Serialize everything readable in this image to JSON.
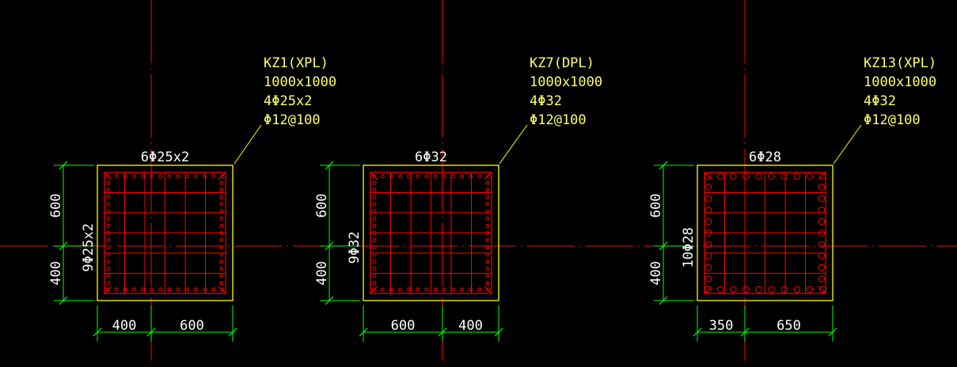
{
  "colors": {
    "background": "#000000",
    "axis": "#ff0000",
    "outline": "#ffff00",
    "rebar": "#ff0000",
    "dimension": "#00ff00",
    "label_text": "#ffff66",
    "dim_text": "#ffffff"
  },
  "columns": [
    {
      "id": "kz1",
      "label": [
        "KZ1(XPL)",
        "1000x1000",
        "4Φ25x2",
        "Φ12@100"
      ],
      "top_bars": "6Φ25x2",
      "side_bars": "9Φ25x2",
      "dims_bottom": [
        "400",
        "600"
      ],
      "dims_left": [
        "600",
        "400"
      ],
      "hoop_style": "grid"
    },
    {
      "id": "kz7",
      "label": [
        "KZ7(DPL)",
        "1000x1000",
        "4Φ32",
        "Φ12@100"
      ],
      "top_bars": "6Φ32",
      "side_bars": "9Φ32",
      "dims_bottom": [
        "600",
        "400"
      ],
      "dims_left": [
        "600",
        "400"
      ],
      "hoop_style": "grid"
    },
    {
      "id": "kz13",
      "label": [
        "KZ13(XPL)",
        "1000x1000",
        "4Φ32",
        "Φ12@100"
      ],
      "top_bars": "6Φ28",
      "side_bars": "10Φ28",
      "dims_bottom": [
        "350",
        "650"
      ],
      "dims_left": [
        "600",
        "400"
      ],
      "hoop_style": "circles"
    }
  ]
}
